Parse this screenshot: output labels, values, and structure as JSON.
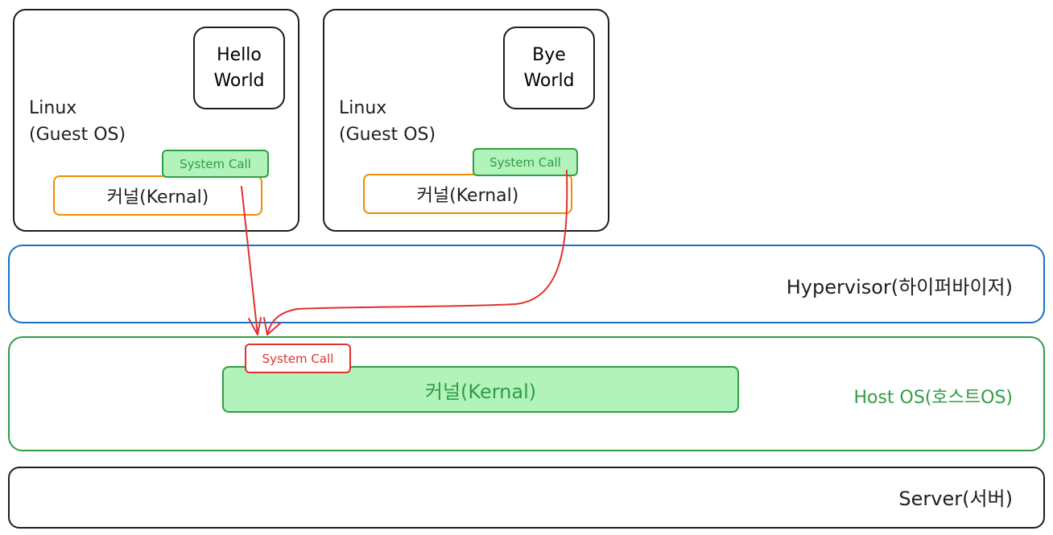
{
  "vm1": {
    "app_label": "Hello\nWorld",
    "os_label": "Linux\n(Guest OS)",
    "system_call": "System Call",
    "kernel": "커널(Kernal)"
  },
  "vm2": {
    "app_label": "Bye\nWorld",
    "os_label": "Linux\n(Guest OS)",
    "system_call": "System Call",
    "kernel": "커널(Kernal)"
  },
  "hypervisor": {
    "label": "Hypervisor(하이퍼바이저)"
  },
  "host_os": {
    "label": "Host OS(호스트OS)",
    "kernel": "커널(Kernal)",
    "system_call": "System Call"
  },
  "server": {
    "label": "Server(서버)"
  },
  "colors": {
    "stroke": "#1e1e1e",
    "guest_kernel_border": "#f08c00",
    "green_fill": "#b2f2bb",
    "green_stroke": "#2f9e44",
    "hypervisor_border": "#1971c2",
    "arrow": "#e03131"
  }
}
